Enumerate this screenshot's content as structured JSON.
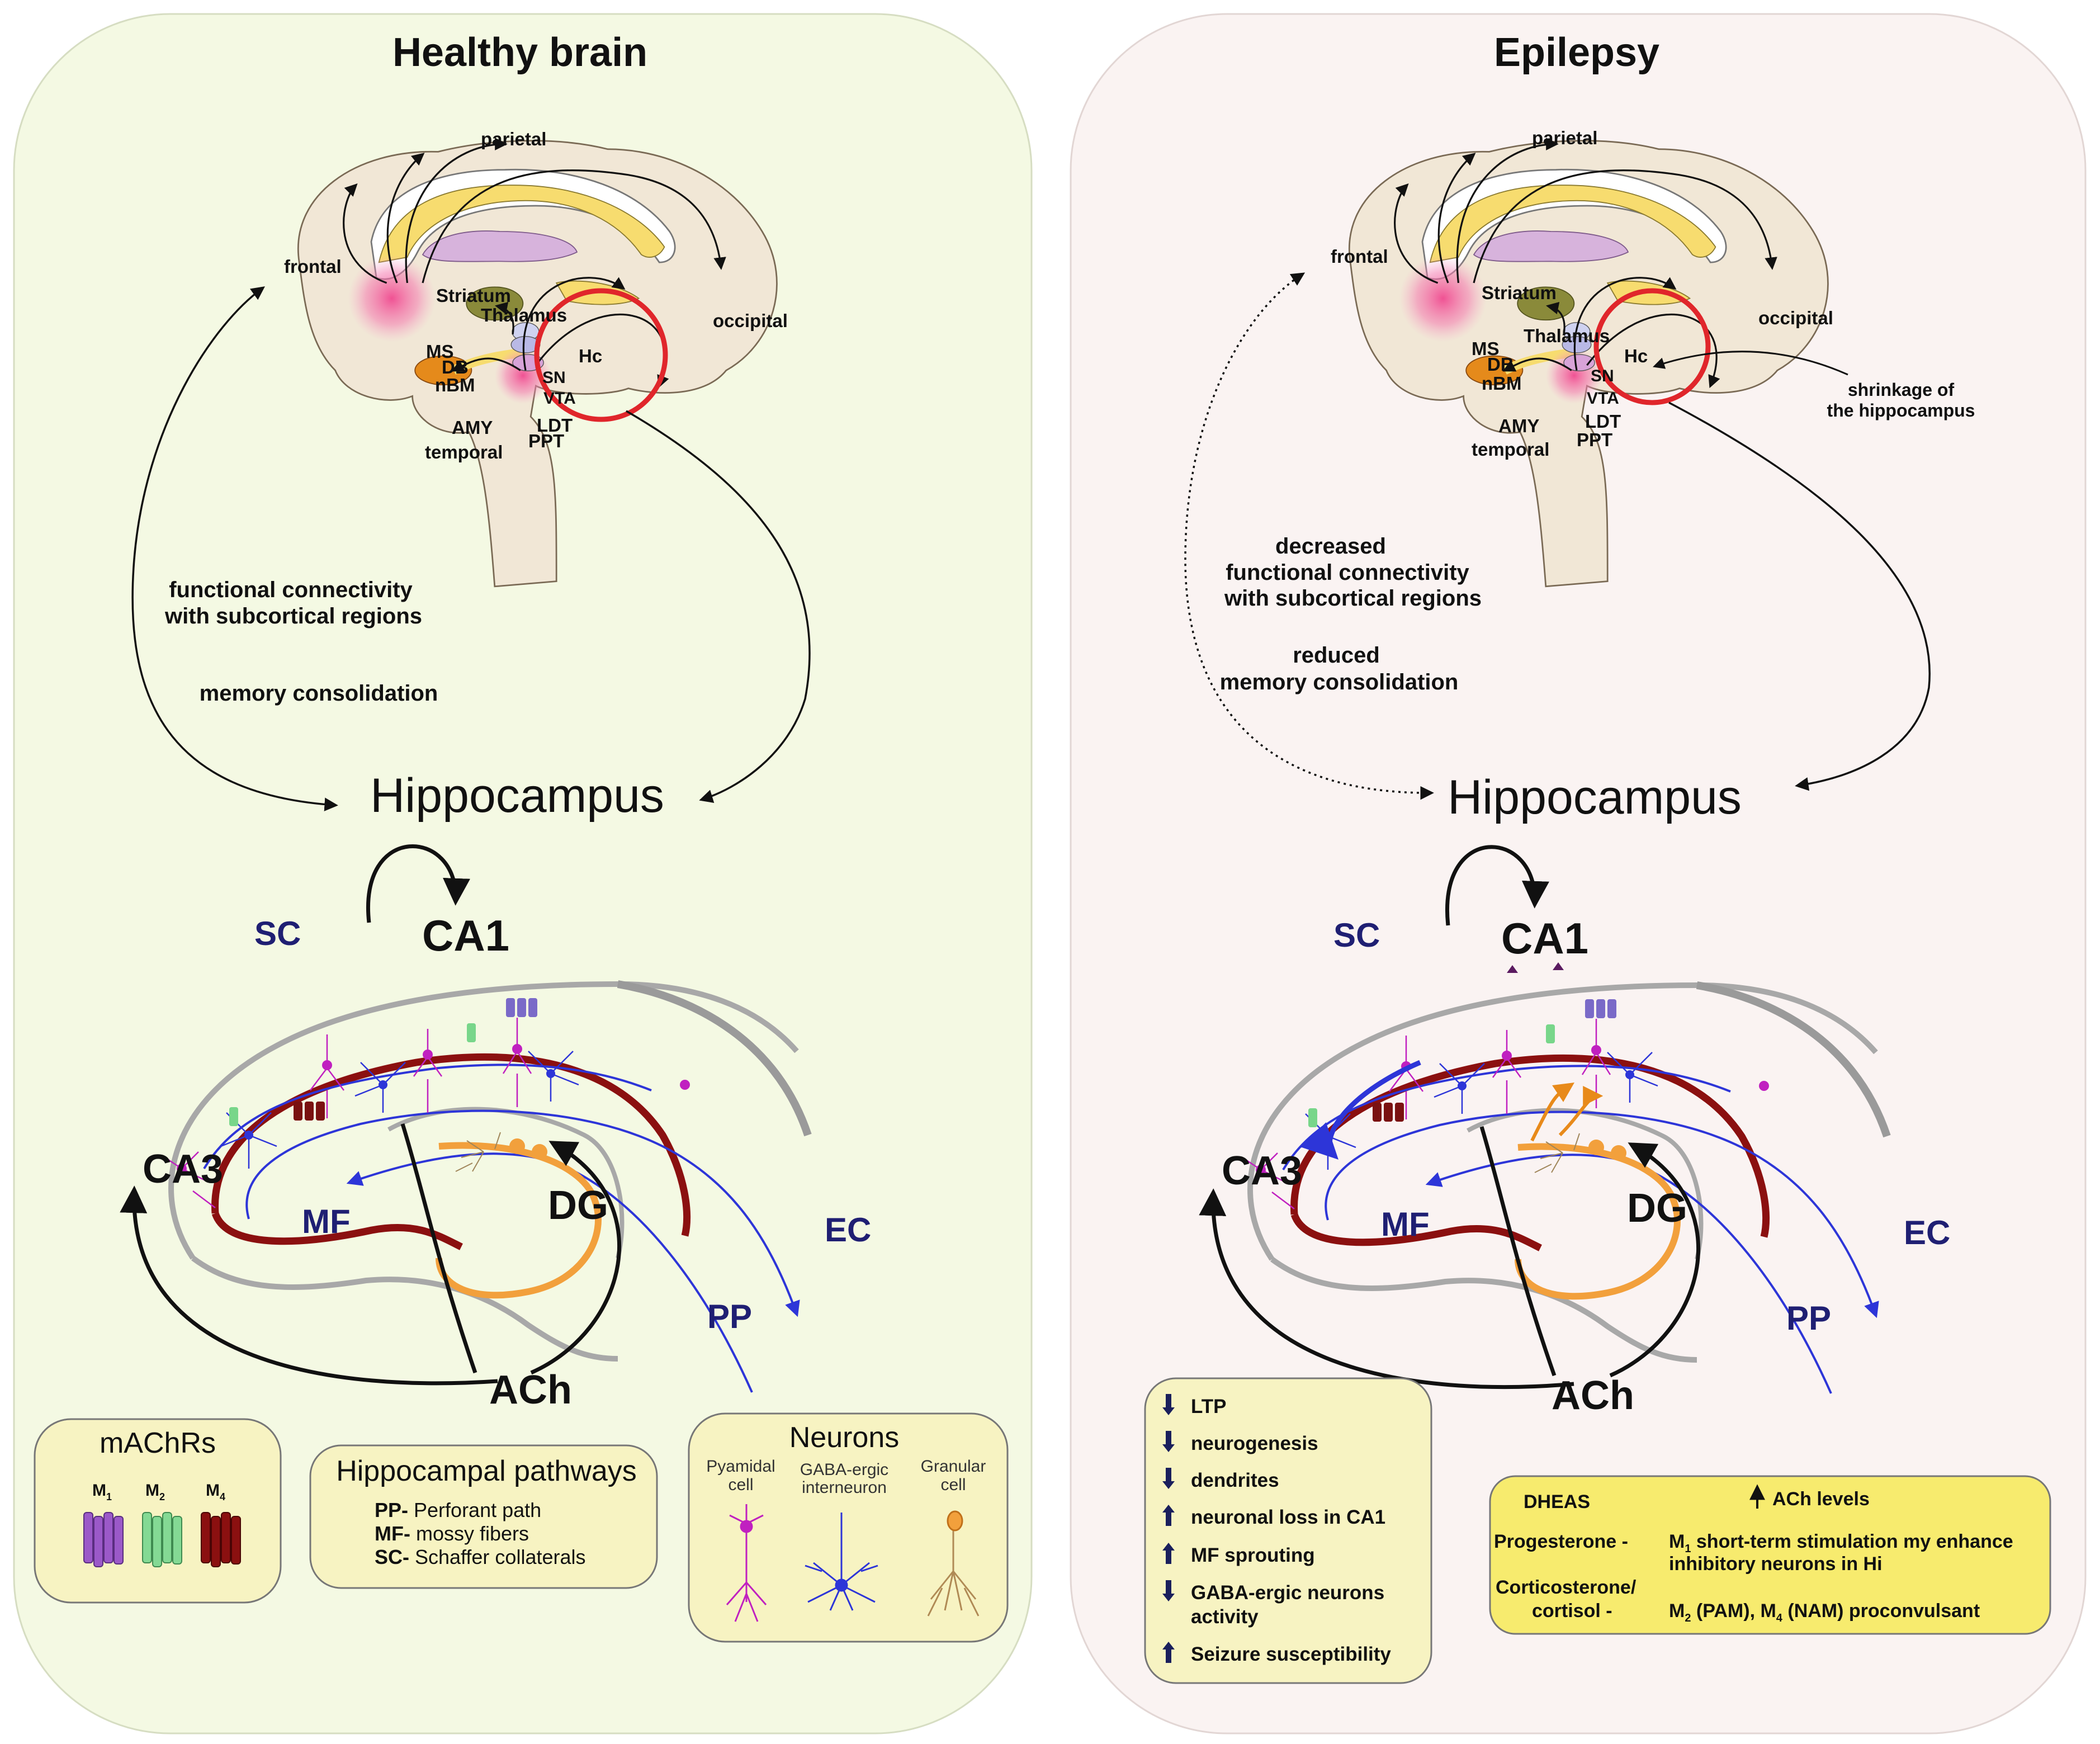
{
  "colors": {
    "healthy_panel_bg": "#f4f9e3",
    "epilepsy_panel_bg": "#faf3f2",
    "brain_fill": "#f1e7d6",
    "corpus_callosum": "#f7dc6f",
    "striatum": "#d7b3dc",
    "thalamus": "#8a8a3a",
    "pink_nuclei": "#f06fa5",
    "amygdala": "#e58a1b",
    "red_circle": "#e0262b",
    "ca_red": "#8b1010",
    "pathway_blue": "#2d35d8",
    "dg_orange": "#f2a03c",
    "label_navy": "#1f1f73",
    "legend_bg": "#f7f3c2",
    "legend_bg_strong": "#f7eb6e",
    "arrow_navy": "#1a1f5c"
  },
  "healthy": {
    "title": "Healthy brain",
    "brain_labels": {
      "parietal": "parietal",
      "frontal": "frontal",
      "occipital": "occipital",
      "temporal": "temporal",
      "striatum": "Striatum",
      "thalamus": "Thalamus",
      "hc": "Hc",
      "ms": "MS",
      "db": "DB",
      "nbm": "nBM",
      "sn": "SN",
      "vta": "VTA",
      "ldt": "LDT",
      "ppt": "PPT",
      "amy": "AMY"
    },
    "connectivity_line1": "functional connectivity",
    "connectivity_line2": "with subcortical regions",
    "memory": "memory consolidation",
    "hippocampus": "Hippocampus",
    "regions": {
      "sc": "SC",
      "ca1": "CA1",
      "ca3": "CA3",
      "mf": "MF",
      "dg": "DG",
      "ec": "EC",
      "pp": "PP",
      "ach": "ACh"
    },
    "legend_machrs": {
      "title": "mAChRs",
      "m1": "M",
      "m1_sub": "1",
      "m2": "M",
      "m2_sub": "2",
      "m4": "M",
      "m4_sub": "4"
    },
    "legend_pathways": {
      "title": "Hippocampal pathways",
      "items": [
        {
          "abbr": "PP-",
          "text": " Perforant path"
        },
        {
          "abbr": "MF-",
          "text": " mossy fibers"
        },
        {
          "abbr": "SC-",
          "text": " Schaffer collaterals"
        }
      ]
    },
    "legend_neurons": {
      "title": "Neurons",
      "pyramidal_1": "Pyamidal",
      "pyramidal_2": "cell",
      "gaba_1": "GABA-ergic",
      "gaba_2": "interneuron",
      "granular_1": "Granular",
      "granular_2": "cell"
    }
  },
  "epilepsy": {
    "title": "Epilepsy",
    "brain_labels": {
      "parietal": "parietal",
      "frontal": "frontal",
      "occipital": "occipital",
      "temporal": "temporal",
      "striatum": "Striatum",
      "thalamus": "Thalamus",
      "hc": "Hc",
      "ms": "MS",
      "db": "DB",
      "nbm": "nBM",
      "sn": "SN",
      "vta": "VTA",
      "ldt": "LDT",
      "ppt": "PPT",
      "amy": "AMY"
    },
    "shrinkage_1": "shrinkage of",
    "shrinkage_2": "the hippocampus",
    "decreased_1": "decreased",
    "decreased_2": "functional connectivity",
    "decreased_3": "with subcortical regions",
    "reduced_1": "reduced",
    "reduced_2": "memory consolidation",
    "hippocampus": "Hippocampus",
    "regions": {
      "sc": "SC",
      "ca1": "CA1",
      "ca3": "CA3",
      "mf": "MF",
      "dg": "DG",
      "ec": "EC",
      "pp": "PP",
      "ach": "ACh"
    },
    "effects": [
      {
        "dir": "down",
        "text": "LTP"
      },
      {
        "dir": "down",
        "text": "neurogenesis"
      },
      {
        "dir": "down",
        "text": "dendrites"
      },
      {
        "dir": "up",
        "text": "neuronal loss in CA1"
      },
      {
        "dir": "up",
        "text": "MF sprouting"
      },
      {
        "dir": "down",
        "text": "GABA-ergic neurons",
        "text2": "activity"
      },
      {
        "dir": "up",
        "text": "Seizure susceptibility"
      }
    ],
    "hormones": {
      "dheas": "DHEAS",
      "ach_levels": "ACh levels",
      "progesterone": "Progesterone -",
      "prog_effect_1a": "M",
      "prog_effect_1_sub": "1",
      "prog_effect_1b": " short-term stimulation my enhance",
      "prog_effect_2": "inhibitory neurons in Hi",
      "cort_1": "Corticosterone/",
      "cort_2": "cortisol -",
      "cort_effect_a": "M",
      "cort_effect_sub1": "2",
      "cort_effect_b": " (PAM), M",
      "cort_effect_sub2": "4",
      "cort_effect_c": " (NAM) proconvulsant"
    }
  }
}
